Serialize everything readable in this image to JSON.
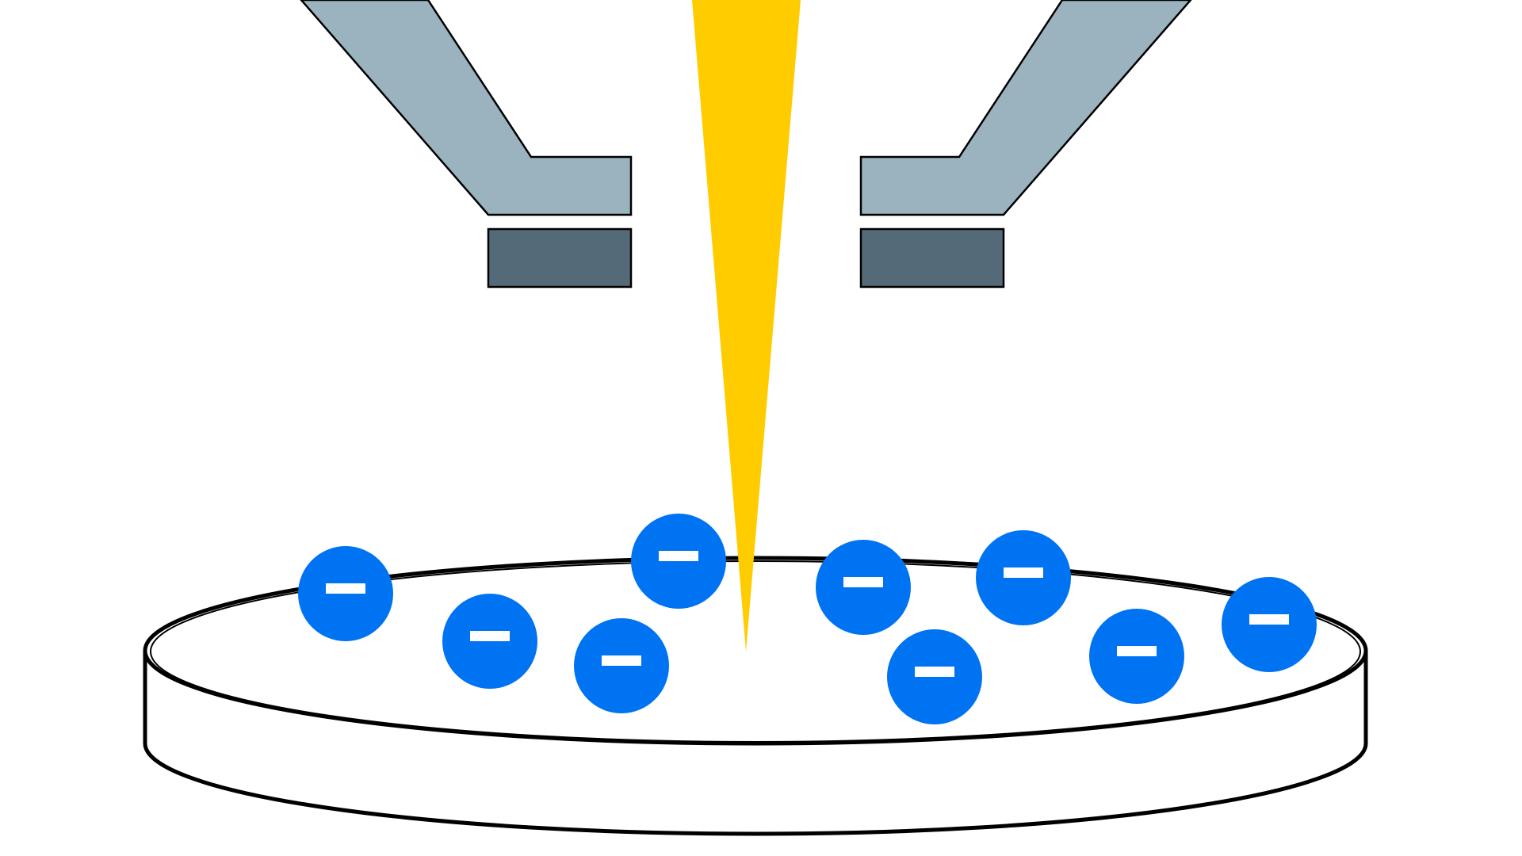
{
  "colors": {
    "background": "#ffffff",
    "outline": "#000000",
    "arm_light": "#9bb2bf",
    "plate_dark": "#546a78",
    "beam": "#ffcc00",
    "charge": "#0073f3",
    "charge_symbol": "#ffffff"
  },
  "diagram": {
    "charge_symbol": "−",
    "charge_count": 9,
    "elements": [
      "left-arm",
      "right-arm",
      "left-plate",
      "right-plate",
      "beam",
      "dish",
      "charges"
    ]
  }
}
